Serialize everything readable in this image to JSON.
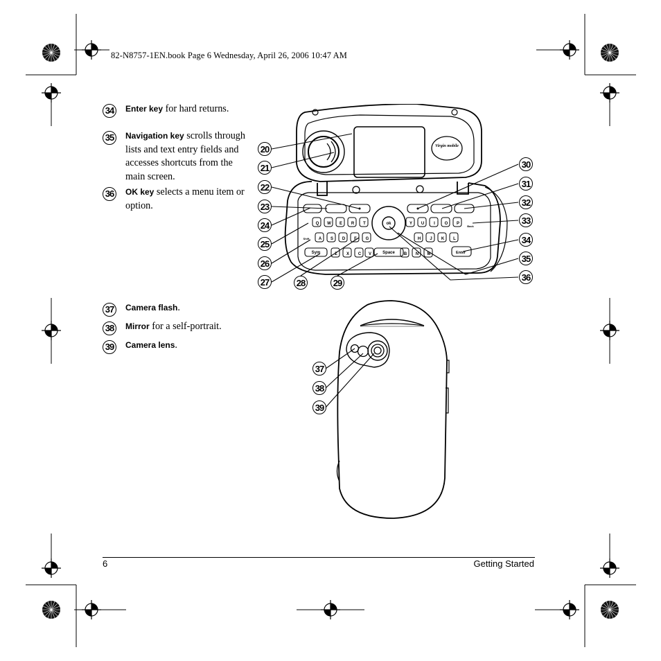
{
  "header": {
    "text": "82-N8757-1EN.book  Page 6  Wednesday, April 26, 2006  10:47 AM"
  },
  "entries": [
    {
      "num": "34",
      "key": "Enter key",
      "desc": " for hard returns."
    },
    {
      "num": "35",
      "key": "Navigation key",
      "desc": " scrolls through lists and text entry fields and accesses shortcuts from the main screen."
    },
    {
      "num": "36",
      "key": "OK key",
      "desc": " selects a menu item or option."
    },
    {
      "num": "37",
      "key": "Camera flash",
      "desc": "."
    },
    {
      "num": "38",
      "key": "Mirror",
      "desc": " for a self-portrait."
    },
    {
      "num": "39",
      "key": "Camera lens",
      "desc": "."
    }
  ],
  "front_callouts": {
    "left": [
      "20",
      "21",
      "22",
      "23",
      "24",
      "25",
      "26",
      "27"
    ],
    "bottom": [
      "28",
      "29"
    ],
    "right": [
      "30",
      "31",
      "32",
      "33",
      "34",
      "35",
      "36"
    ]
  },
  "back_callouts": [
    "37",
    "38",
    "39"
  ],
  "keypad": {
    "row1": [
      "Q",
      "W",
      "E",
      "R",
      "T",
      "Y",
      "U",
      "I",
      "O",
      "P"
    ],
    "row2": [
      "A",
      "S",
      "D",
      "F",
      "G",
      "H",
      "J",
      "K",
      "L"
    ],
    "row3": [
      "Z",
      "X",
      "C",
      "V",
      "B",
      "N",
      "M"
    ],
    "ok": "ok",
    "space": "Space",
    "sym": "Sym",
    "enter": "Enter",
    "shift": "Shift",
    "back": "Back"
  },
  "brand": "Virgin mobile",
  "footer": {
    "page": "6",
    "section": "Getting Started"
  }
}
